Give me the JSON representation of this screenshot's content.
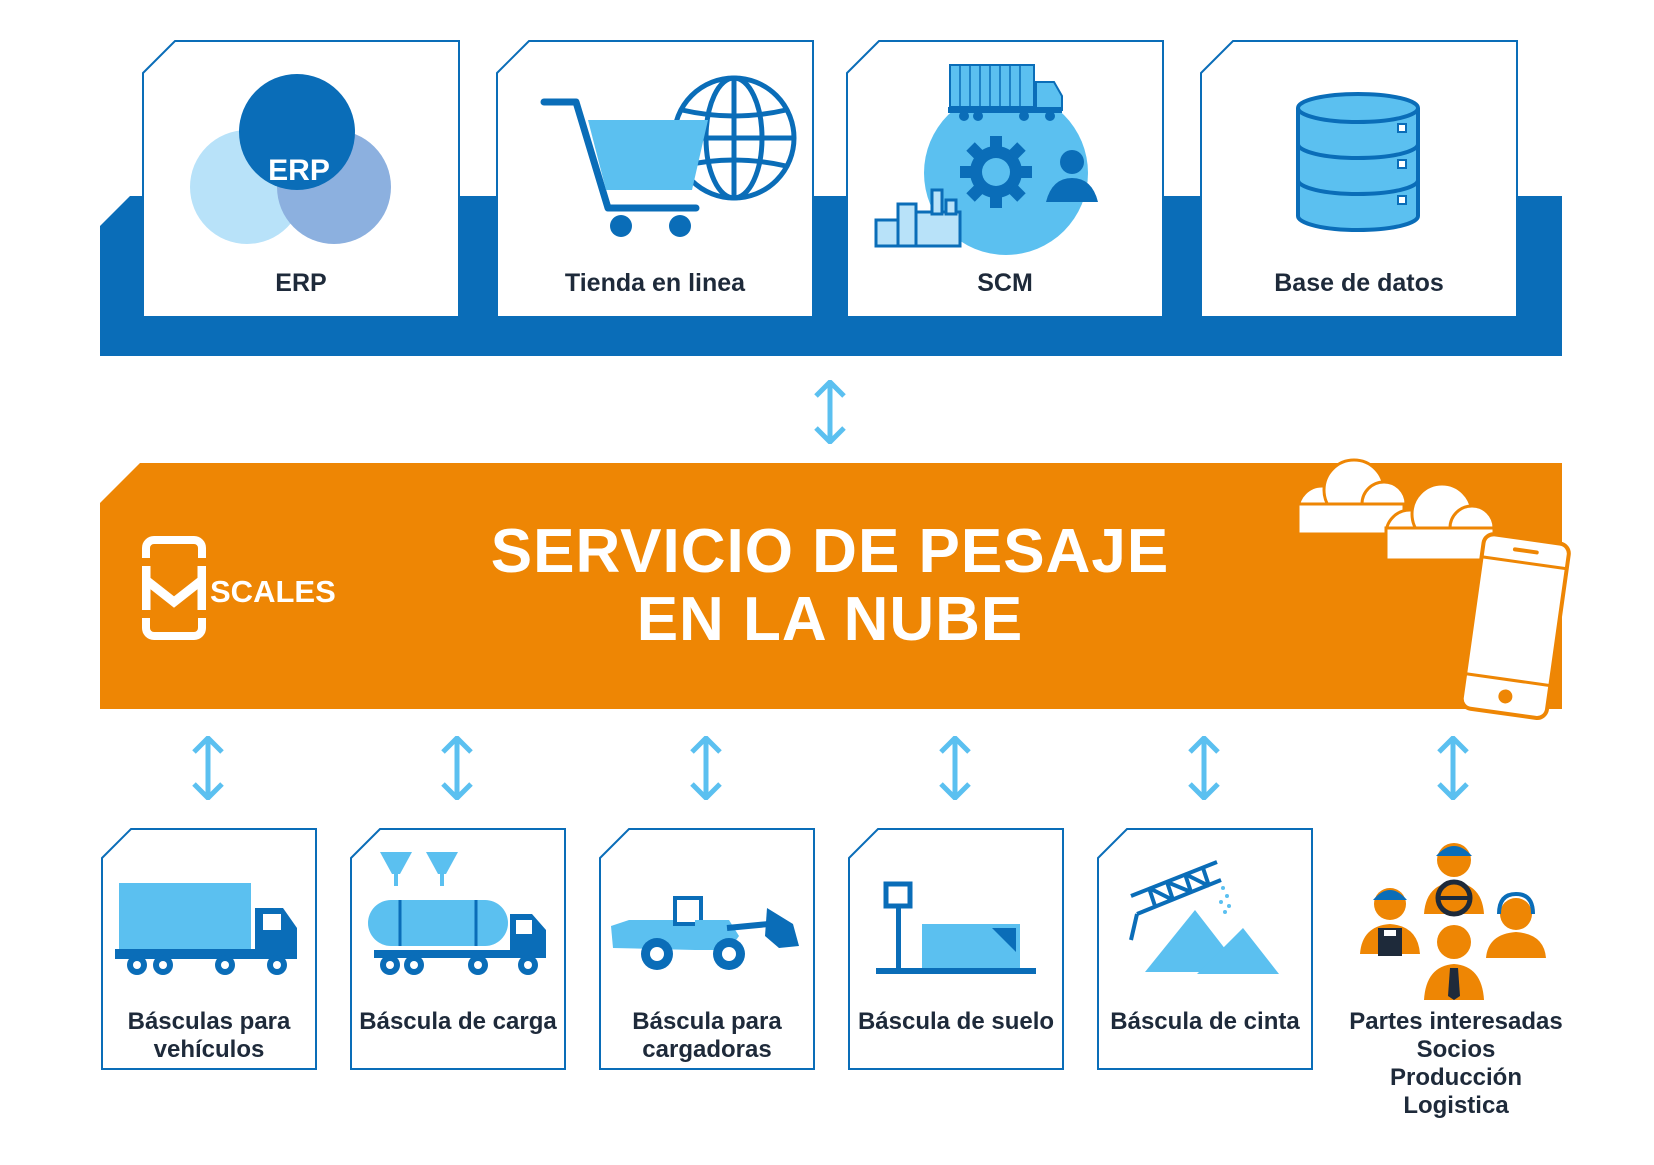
{
  "top_systems": [
    {
      "label": "ERP",
      "icon": "erp-venn-icon",
      "icon_text": "ERP"
    },
    {
      "label": "Tienda en linea",
      "icon": "shopping-cart-globe-icon"
    },
    {
      "label": "SCM",
      "icon": "supply-chain-icon"
    },
    {
      "label": "Base de datos",
      "icon": "database-icon"
    }
  ],
  "cloud_service": {
    "title_line1": "SERVICIO DE PESAJE",
    "title_line2": "EN LA NUBE",
    "logo_text": "SCALES",
    "logo_icon": "m-scales-logo-icon"
  },
  "bottom_devices": [
    {
      "label_line1": "Básculas para",
      "label_line2": "vehículos",
      "icon": "truck-icon"
    },
    {
      "label_line1": "Báscula de carga",
      "label_line2": "",
      "icon": "tanker-truck-icon"
    },
    {
      "label_line1": "Báscula para",
      "label_line2": "cargadoras",
      "icon": "wheel-loader-icon"
    },
    {
      "label_line1": "Báscula de suelo",
      "label_line2": "",
      "icon": "floor-scale-icon"
    },
    {
      "label_line1": "Báscula de cinta",
      "label_line2": "",
      "icon": "conveyor-belt-icon"
    }
  ],
  "stakeholders": {
    "lines": [
      "Partes interesadas",
      "Socios",
      "Producción",
      "Logistica"
    ],
    "icon": "people-group-icon"
  },
  "colors": {
    "primary_blue": "#0a6db8",
    "light_blue": "#5bc0f0",
    "orange": "#ee8604",
    "text_dark": "#1e2a3a"
  }
}
